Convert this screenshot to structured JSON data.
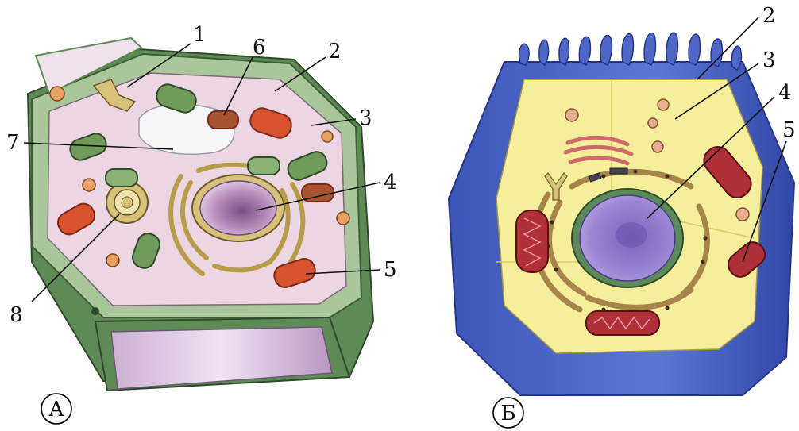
{
  "panel_a": {
    "letter": "А",
    "labels": [
      "1",
      "2",
      "3",
      "4",
      "5",
      "6",
      "7",
      "8"
    ]
  },
  "panel_b": {
    "letter": "Б",
    "labels": [
      "2",
      "3",
      "4",
      "5"
    ]
  },
  "colors": {
    "plant_wall": "#5e8a55",
    "plant_wall_light": "#a9c79b",
    "plant_cytoplasm": "#ecd6e3",
    "vacuole": "#f1f1f4",
    "nucleus": "#b48ab8",
    "mitochondria": "#d9522e",
    "chloroplast": "#6f9a5a",
    "golgi": "#d8c27a",
    "animal_membrane": "#4f68c8",
    "animal_cytoplasm": "#f5ee9a",
    "animal_nucleus": "#8c74c9"
  }
}
